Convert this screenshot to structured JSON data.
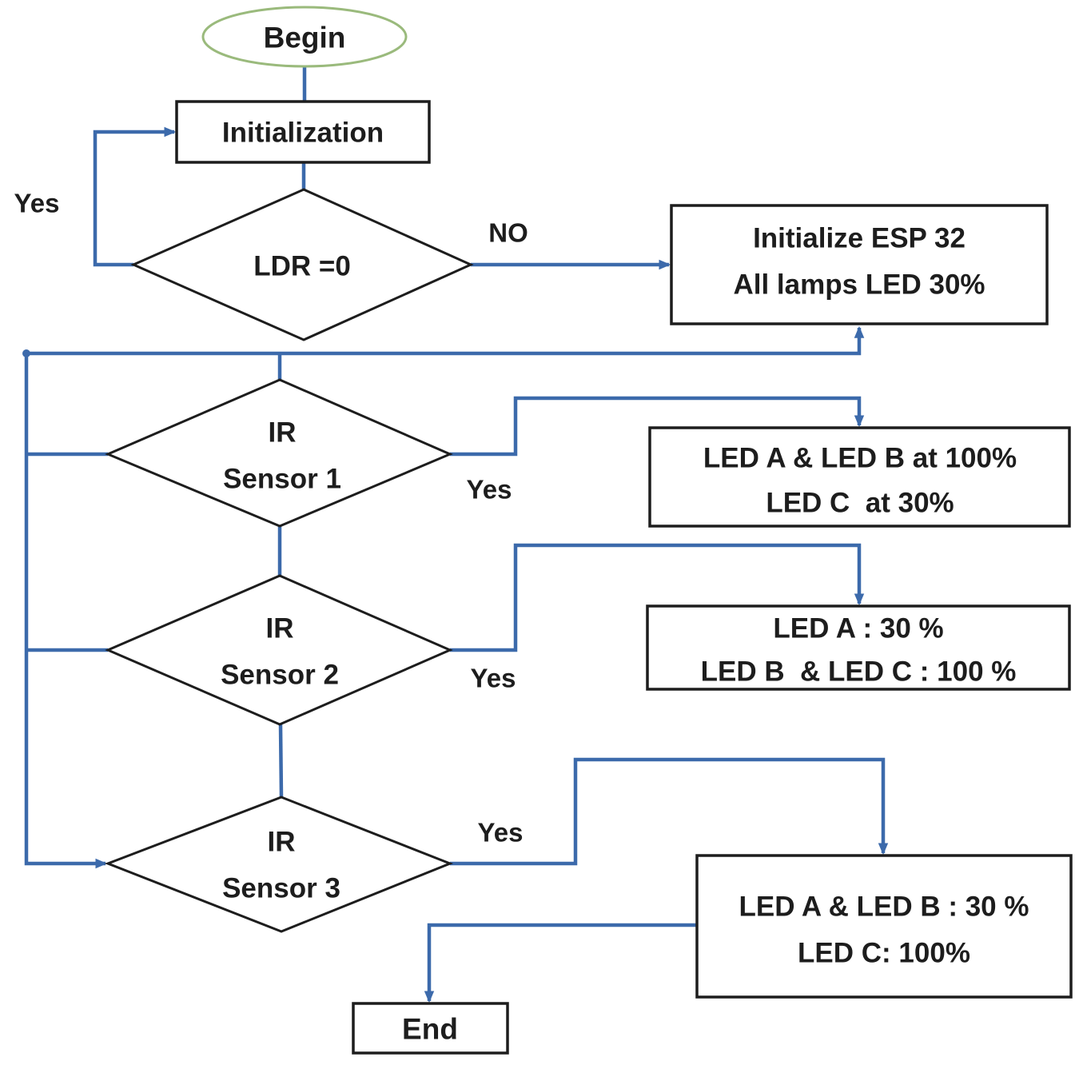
{
  "figure": {
    "colors": {
      "edge": "#3c6aab",
      "node_border": "#1d1d1d",
      "begin_border": "#9aba7c",
      "text": "#1d1d1d",
      "background": "#ffffff"
    },
    "nodes": {
      "begin": {
        "label": "Begin"
      },
      "initialization": {
        "label": "Initialization"
      },
      "ldr_decision": {
        "label": "LDR =0"
      },
      "esp32": {
        "line1": "Initialize ESP 32",
        "line2": "All lamps LED 30%"
      },
      "ir_sensor_1": {
        "line1": "IR",
        "line2": "Sensor 1"
      },
      "led_action_1": {
        "line1": "LED A & LED B at 100%",
        "line2": "LED C  at 30%"
      },
      "ir_sensor_2": {
        "line1": "IR",
        "line2": "Sensor 2"
      },
      "led_action_2": {
        "line1": "LED A : 30 %",
        "line2": "LED B  & LED C : 100 %"
      },
      "ir_sensor_3": {
        "line1": "IR",
        "line2": "Sensor 3"
      },
      "led_action_3": {
        "line1": "LED A & LED B : 30 %",
        "line2": "LED C: 100%"
      },
      "end": {
        "label": "End"
      }
    },
    "edge_labels": {
      "ldr_yes": "Yes",
      "ldr_no": "NO",
      "ir1_yes": "Yes",
      "ir2_yes": "Yes",
      "ir3_yes": "Yes"
    }
  }
}
